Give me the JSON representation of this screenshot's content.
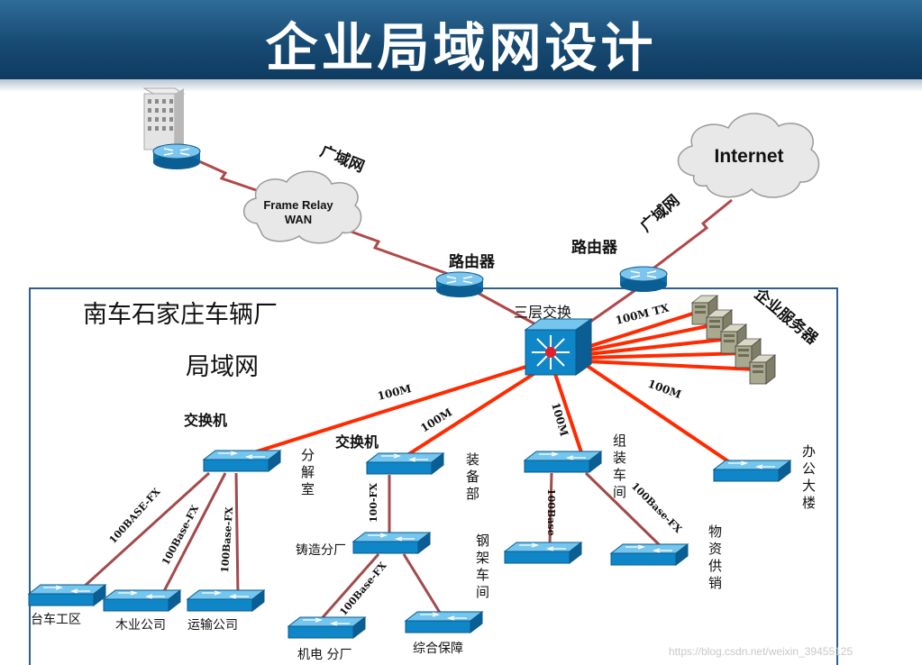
{
  "title": "企业局域网设计",
  "clouds": {
    "internet": "Internet",
    "frame_relay_line1": "Frame Relay",
    "frame_relay_line2": "WAN"
  },
  "labels": {
    "wan_left": "广域网",
    "wan_right": "广域网",
    "router_left": "路由器",
    "router_right": "路由器",
    "core_switch": "三层交换",
    "lan_name": "南车石家庄车辆厂",
    "lan": "局域网",
    "switch_a": "交换机",
    "switch_b": "交换机",
    "servers": "企业服务器",
    "server_link": "100M   TX",
    "link_100m_left": "100M",
    "link_100m_mid": "100M",
    "link_100m_down": "100M",
    "link_100m_right": "100M",
    "link_fx_1": "100BASE-FX",
    "link_fx_2": "100Base-FX",
    "link_fx_3": "100Base-FX",
    "link_fx_4": "100-FX",
    "link_fx_5": "100Base-FX",
    "link_fx_6": "100Base",
    "link_fx_7": "100Base-FX",
    "dept_fenjie": "分解室",
    "dept_zhuangbei": "装备部",
    "dept_zuzhuang": "组装车间",
    "dept_bangong": "办公大楼",
    "dept_zhuzao": "铸造分厂",
    "dept_gangjia": "钢架车间",
    "dept_wuzi": "物资供销",
    "dept_taiche": "台车工区",
    "dept_muye": "木业公司",
    "dept_yunshu": "运输公司",
    "dept_jidian": "机电 分厂",
    "dept_zonghe": "综合保障",
    "watermark": "https://blog.csdn.net/weixin_39455125"
  },
  "colors": {
    "header": "#174a73",
    "lan_border": "#2f5f8f",
    "red_link": "#ff2200",
    "dark_link": "#a24a4a",
    "device_blue": "#1a8fd0"
  }
}
